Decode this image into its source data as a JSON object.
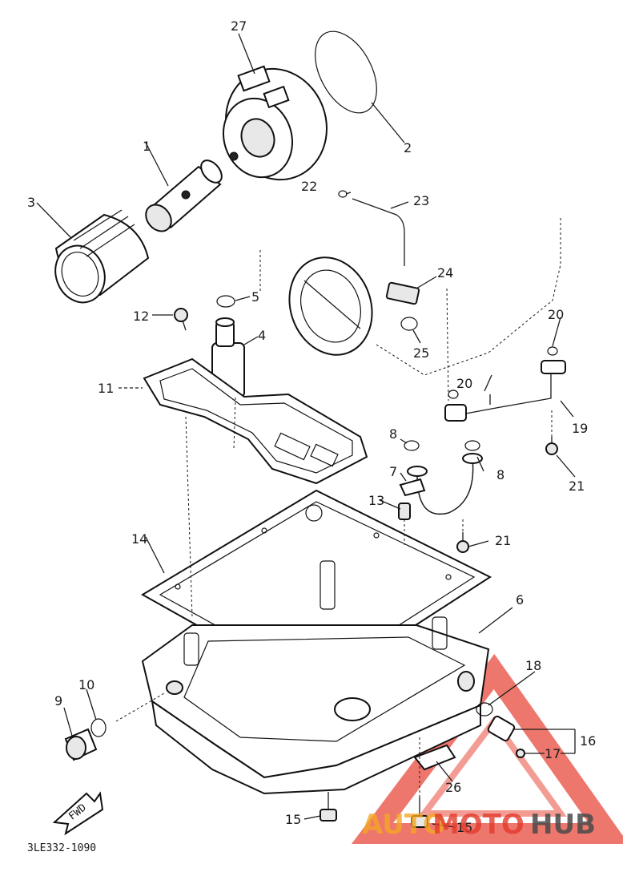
{
  "diagram_code": "3LE332-1090",
  "fwd_label": "FWD",
  "watermark": {
    "text_a": "AUTO",
    "text_b": "MOTO",
    "text_c": "HUB",
    "color_a": "#f5a623",
    "color_b": "#e23b2e",
    "color_c": "#4a4a4a"
  },
  "callouts": {
    "c1": "1",
    "c2": "2",
    "c3": "3",
    "c4": "4",
    "c5": "5",
    "c6": "6",
    "c7": "7",
    "c8a": "8",
    "c8b": "8",
    "c9": "9",
    "c10": "10",
    "c11": "11",
    "c12": "12",
    "c13": "13",
    "c14": "14",
    "c15a": "15",
    "c15b": "15",
    "c16": "16",
    "c17": "17",
    "c18": "18",
    "c19": "19",
    "c20a": "20",
    "c20b": "20",
    "c21a": "21",
    "c21b": "21",
    "c22": "22",
    "c23": "23",
    "c24": "24",
    "c25": "25",
    "c26": "26",
    "c27": "27"
  }
}
